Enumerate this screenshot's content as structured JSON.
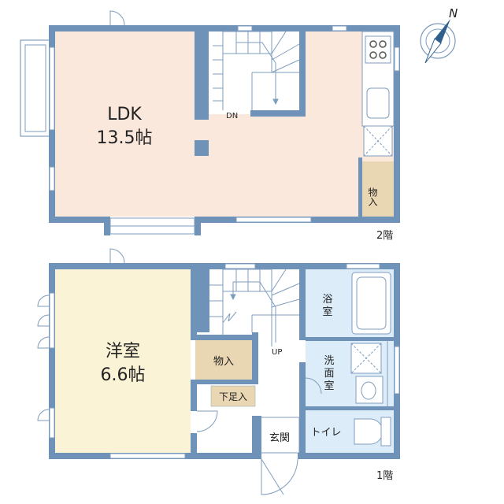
{
  "floor2": {
    "ldk_name": "LDK",
    "ldk_size": "13.5帖",
    "stair_label": "DN",
    "storage_label": "物入",
    "floor_label": "2階"
  },
  "floor1": {
    "room_name": "洋室",
    "room_size": "6.6帖",
    "closet_label": "物入",
    "shoe_label": "下足入",
    "stair_label": "UP",
    "bath_label_1": "浴",
    "bath_label_2": "室",
    "wash_label_1": "洗",
    "wash_label_2": "面",
    "wash_label_3": "室",
    "toilet_label": "トイレ",
    "entrance_label": "玄関",
    "floor_label": "1階"
  },
  "compass": {
    "north": "N"
  },
  "colors": {
    "wall": "#6f93b8",
    "ldk_floor": "#fbe8dc",
    "bedroom_floor": "#fbf3d6",
    "storage_floor": "#e9d6b2",
    "wet_floor": "#dcedf9",
    "hall_floor": "#ffffff"
  }
}
